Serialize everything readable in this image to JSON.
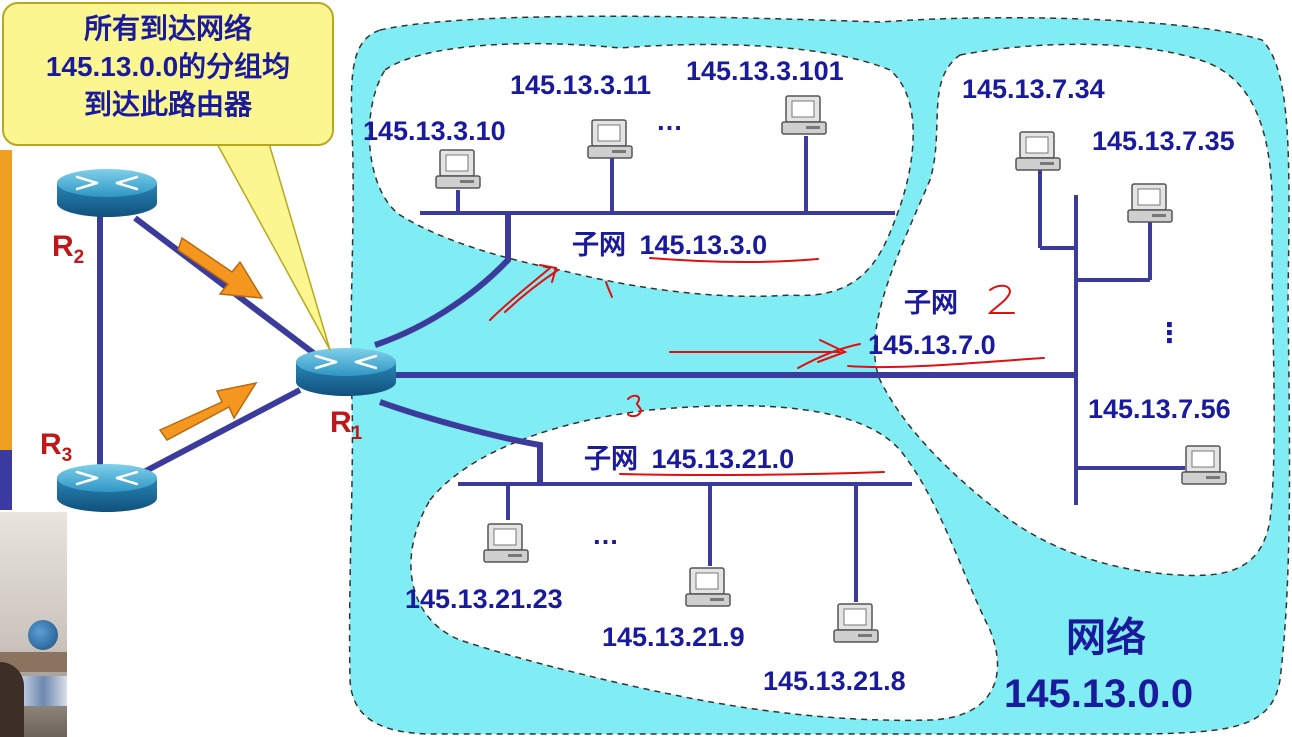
{
  "callout": {
    "line1": "所有到达网络",
    "line2": "145.13.0.0的分组均",
    "line3": "到达此路由器"
  },
  "routers": {
    "r1": {
      "name": "R",
      "sub": "1"
    },
    "r2": {
      "name": "R",
      "sub": "2"
    },
    "r3": {
      "name": "R",
      "sub": "3"
    }
  },
  "subnet1": {
    "hosts": [
      "145.13.3.10",
      "145.13.3.11",
      "145.13.3.101"
    ],
    "ellipsis": "…",
    "label": "子网",
    "address": "145.13.3.0",
    "annotation": "1"
  },
  "subnet2": {
    "hosts": [
      "145.13.7.34",
      "145.13.7.35",
      "145.13.7.56"
    ],
    "ellipsis": "⋮",
    "label": "子网",
    "address": "145.13.7.0",
    "annotation": "2"
  },
  "subnet3": {
    "hosts": [
      "145.13.21.23",
      "145.13.21.9",
      "145.13.21.8"
    ],
    "ellipsis": "…",
    "label": "子网",
    "address": "145.13.21.0",
    "annotation": "3"
  },
  "network": {
    "label": "网络",
    "address": "145.13.0.0"
  },
  "colors": {
    "network_fill": "#80ecf3",
    "subnet_fill": "#ffffff",
    "link": "#3b3b9c",
    "text": "#1a1a9c",
    "router_label": "#c01818",
    "arrow": "#f5961e",
    "callout_fill": "#fbf690",
    "annotation_ink": "#e01010"
  },
  "icons": [
    "router-icon",
    "computer-icon",
    "orange-arrow-icon"
  ]
}
